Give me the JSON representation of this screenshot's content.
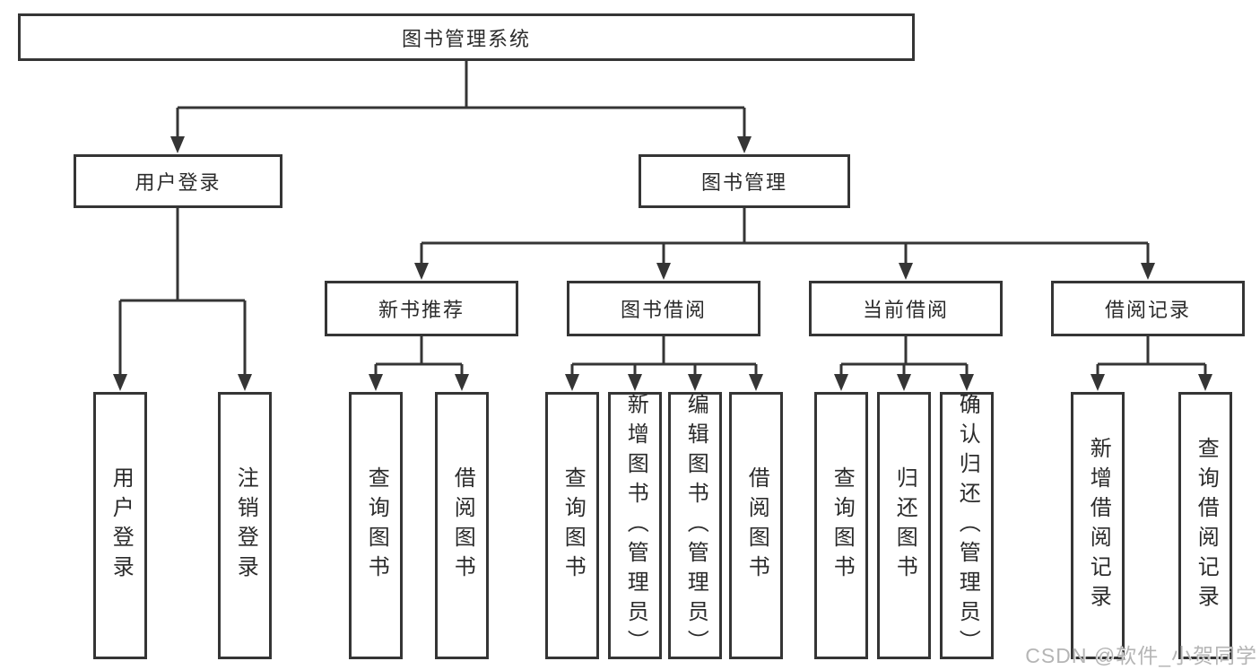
{
  "colors": {
    "background": "#ffffff",
    "box_border": "#353535",
    "box_fill": "#ffffff",
    "connector": "#353535",
    "text": "#2b2b2b",
    "watermark_text": "#b5b5b5"
  },
  "diagram": {
    "root": {
      "label": "图书管理系统"
    },
    "branches": [
      {
        "label": "用户登录",
        "leaves": [
          "用户登录",
          "注销登录"
        ]
      },
      {
        "label": "图书管理",
        "groups": [
          {
            "label": "新书推荐",
            "leaves": [
              "查询图书",
              "借阅图书"
            ]
          },
          {
            "label": "图书借阅",
            "leaves": [
              "查询图书",
              "新增图书（管理员）",
              "编辑图书（管理员）",
              "借阅图书"
            ]
          },
          {
            "label": "当前借阅",
            "leaves": [
              "查询图书",
              "归还图书",
              "确认归还（管理员）"
            ]
          },
          {
            "label": "借阅记录",
            "leaves": [
              "新增借阅记录",
              "查询借阅记录"
            ]
          }
        ]
      }
    ]
  },
  "watermark": {
    "text": "CSDN @软件_小贺同学"
  }
}
